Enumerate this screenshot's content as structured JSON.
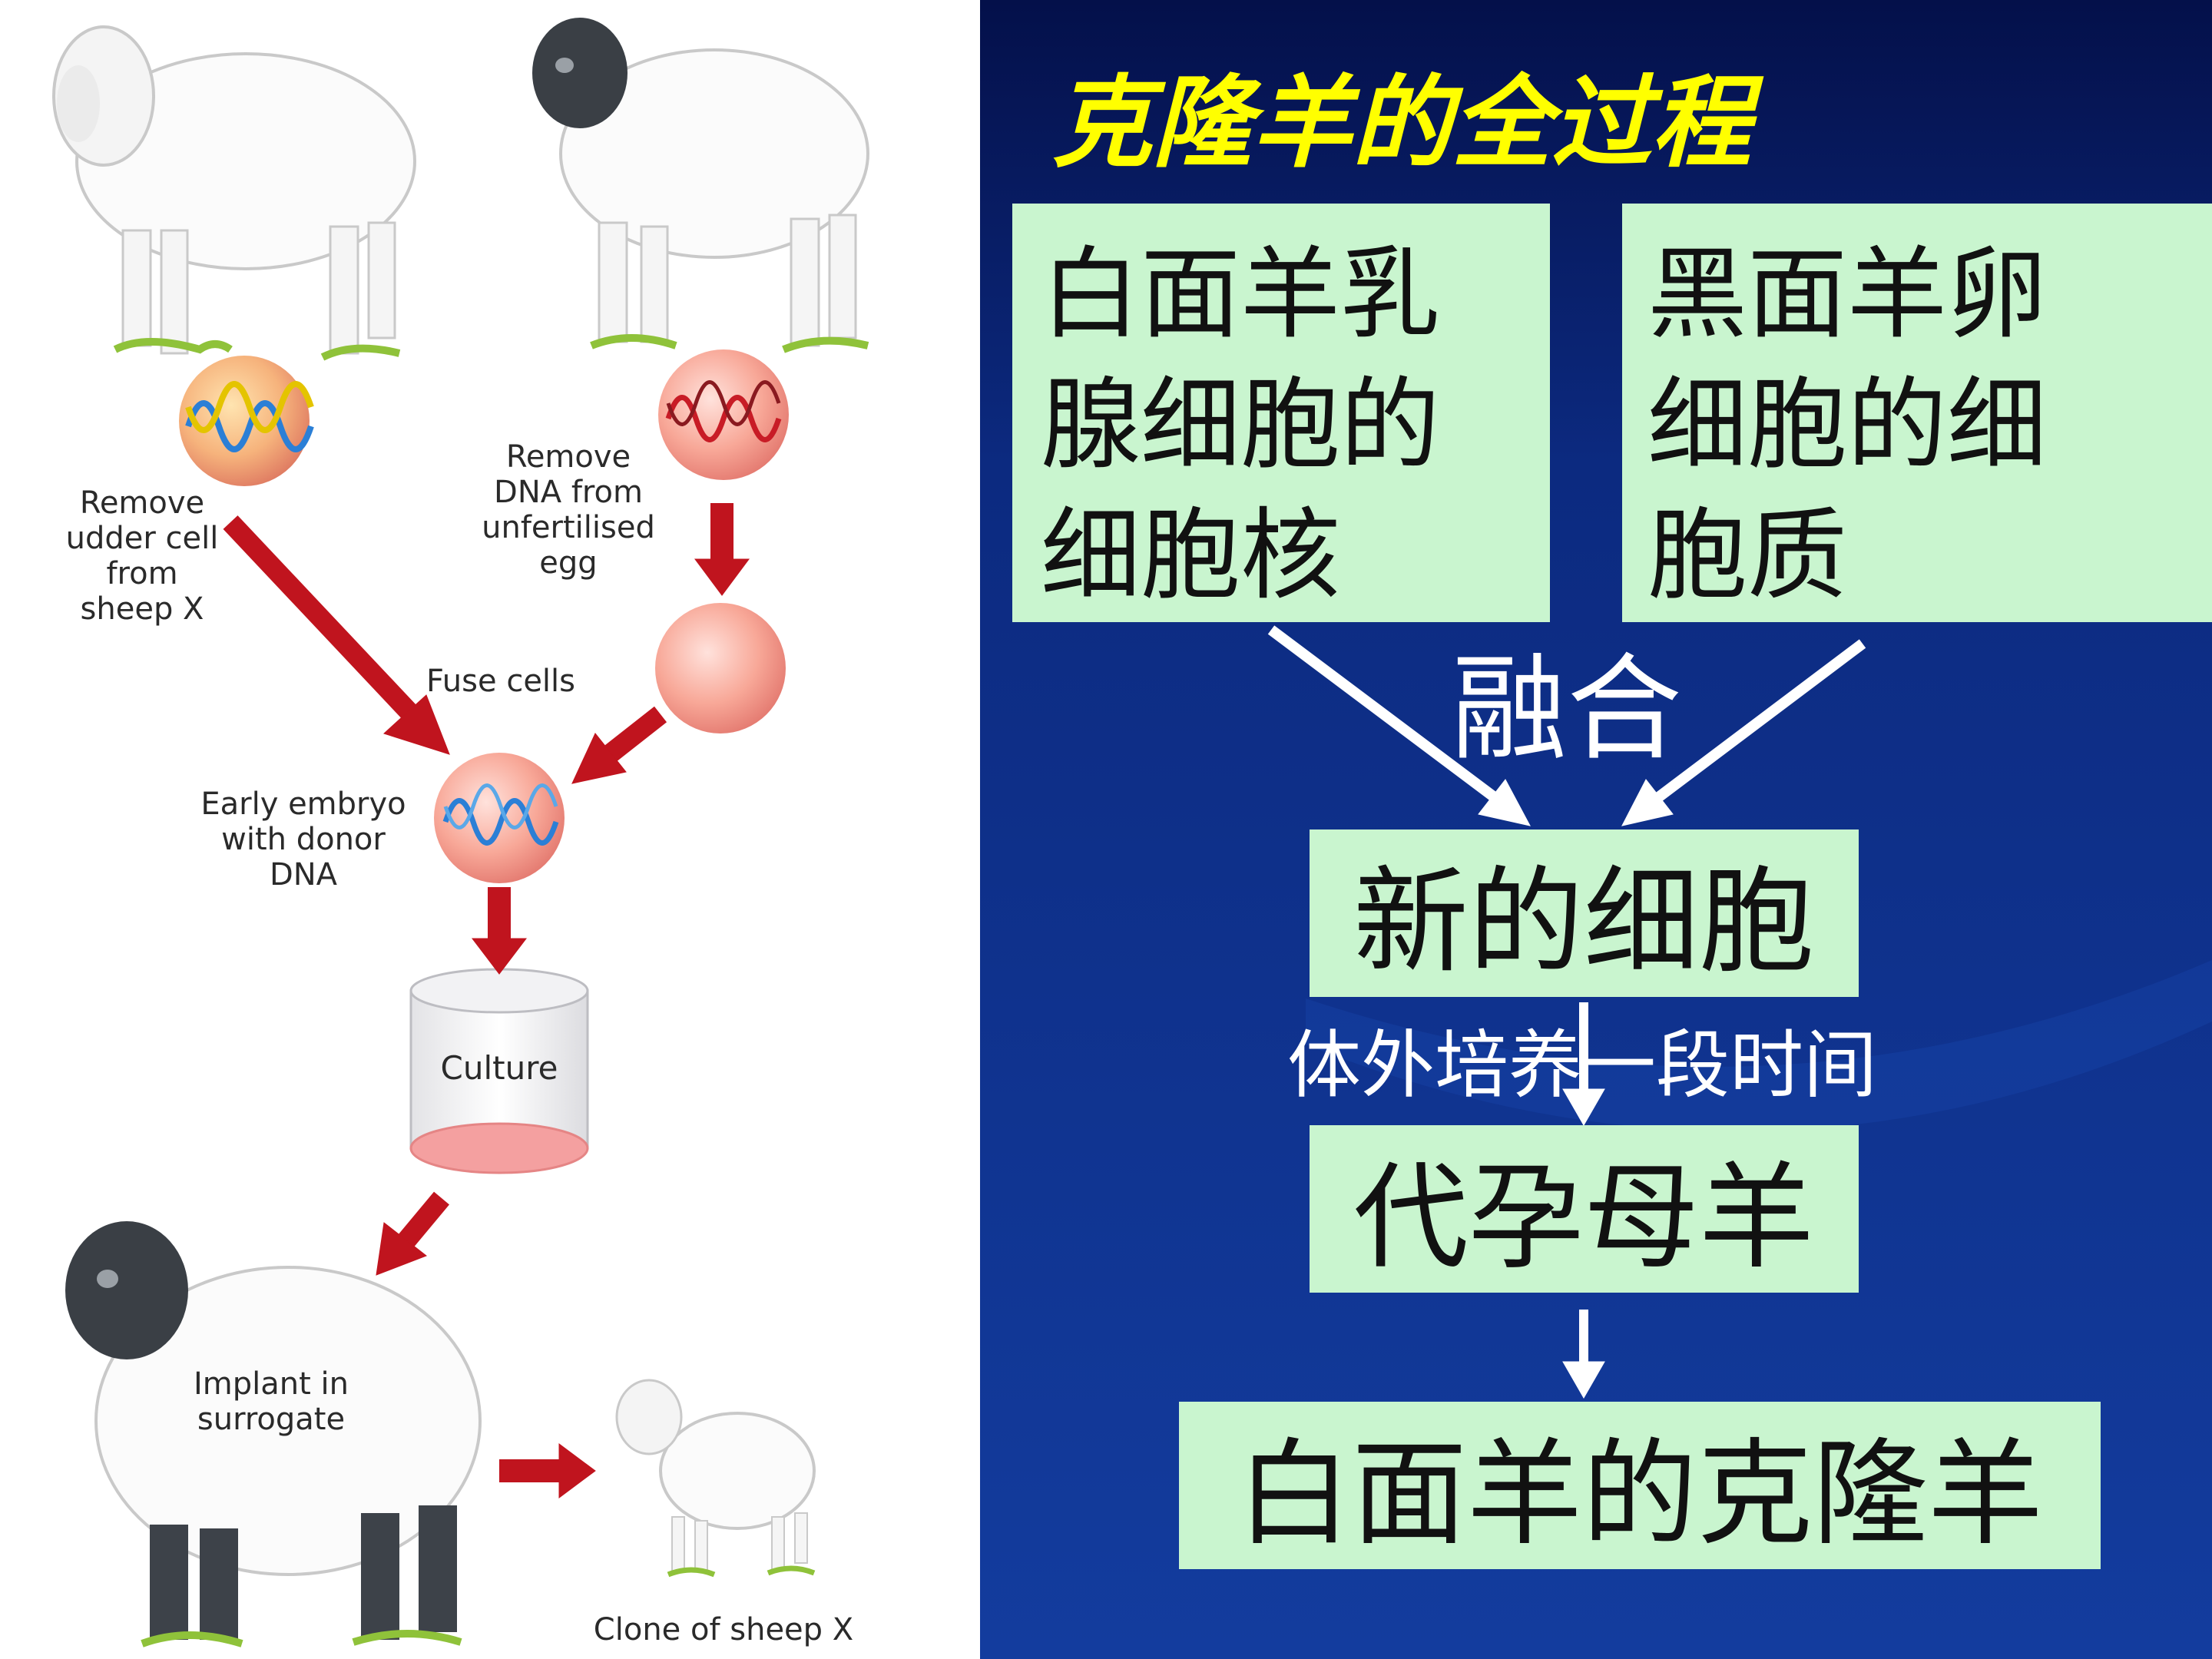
{
  "colors": {
    "panel_dark": "#04104a",
    "panel_blue": "#123a9c",
    "box_fill": "#c9f5cf",
    "title_yellow": "#ffff00",
    "arrow_red": "#c0141e",
    "arrow_white": "#ffffff"
  },
  "left": {
    "label_udder": [
      "Remove",
      "udder cell",
      "from",
      "sheep X"
    ],
    "label_dna": [
      "Remove",
      "DNA from",
      "unfertilised",
      "egg"
    ],
    "label_fuse": "Fuse cells",
    "label_embryo": [
      "Early embryo",
      "with donor",
      "DNA"
    ],
    "label_culture": "Culture",
    "label_implant": [
      "Implant in",
      "surrogate"
    ],
    "label_clone": "Clone of sheep X"
  },
  "right": {
    "title": "克隆羊的全过程",
    "box_nucleus": [
      "白面羊乳",
      "腺细胞的",
      "细胞核"
    ],
    "box_cytoplasm": [
      "黑面羊卵",
      "细胞的细",
      "胞质"
    ],
    "fuse_label": "融合",
    "box_new_cell": "新的细胞",
    "culture_label": "体外培养一段时间",
    "box_surrogate": "代孕母羊",
    "box_clone": "白面羊的克隆羊"
  }
}
